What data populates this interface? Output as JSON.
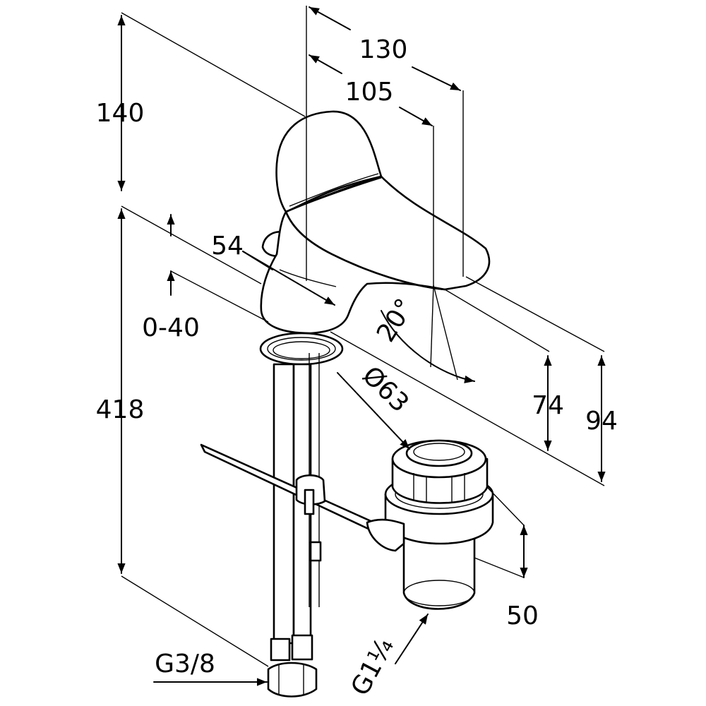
{
  "dimensions": {
    "height_top": "140",
    "width_130": "130",
    "width_105": "105",
    "spout_54": "54",
    "range_0_40": "0-40",
    "angle_20": "20°",
    "dia_63": "Ø63",
    "height_74": "74",
    "height_94": "94",
    "height_418": "418",
    "drain_50": "50",
    "thread_g38": "G3/8",
    "thread_g114": "G1¼"
  },
  "colors": {
    "line": "#000000",
    "background": "#ffffff"
  }
}
